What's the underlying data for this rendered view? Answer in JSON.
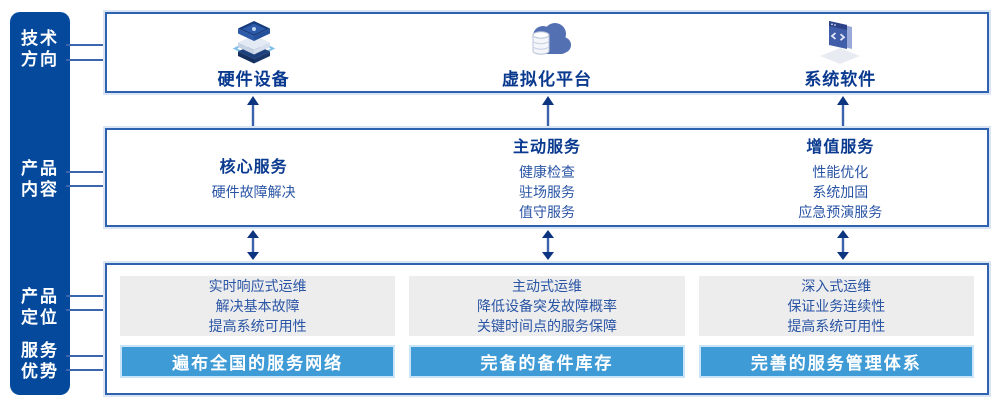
{
  "colors": {
    "sidebar_bg": "#05499c",
    "box_border": "#2e62ae",
    "box_outer_glow": "#d9e4f4",
    "title_text": "#0a3a8f",
    "body_text": "#2a55a5",
    "panel_bg": "#ededed",
    "banner_bg": "#3f9bd6",
    "banner_border": "#c9e4f6",
    "arrow_head": "#0d357f",
    "arrow_stem": "#3c62ad",
    "sidebar_text": "#ffffff",
    "banner_text": "#ffffff"
  },
  "sidebar": {
    "items": [
      {
        "line1": "技术",
        "line2": "方向"
      },
      {
        "line1": "产品",
        "line2": "内容"
      },
      {
        "line1": "产品",
        "line2": "定位"
      },
      {
        "line1": "服务",
        "line2": "优势"
      }
    ]
  },
  "tech_row": {
    "columns": [
      {
        "icon": "server-stack-icon",
        "label": "硬件设备"
      },
      {
        "icon": "cloud-database-icon",
        "label": "虚拟化平台"
      },
      {
        "icon": "code-window-icon",
        "label": "系统软件"
      }
    ]
  },
  "content_row": {
    "columns": [
      {
        "title": "核心服务",
        "items": [
          "硬件故障解决"
        ]
      },
      {
        "title": "主动服务",
        "items": [
          "健康检查",
          "驻场服务",
          "值守服务"
        ]
      },
      {
        "title": "增值服务",
        "items": [
          "性能优化",
          "系统加固",
          "应急预演服务"
        ]
      }
    ]
  },
  "bottom_row": {
    "columns": [
      {
        "lines": [
          "实时响应式运维",
          "解决基本故障",
          "提高系统可用性"
        ],
        "banner": "遍布全国的服务网络"
      },
      {
        "lines": [
          "主动式运维",
          "降低设备突发故障概率",
          "关键时间点的服务保障"
        ],
        "banner": "完备的备件库存"
      },
      {
        "lines": [
          "深入式运维",
          "保证业务连续性",
          "提高系统可用性"
        ],
        "banner": "完善的服务管理体系"
      }
    ]
  }
}
